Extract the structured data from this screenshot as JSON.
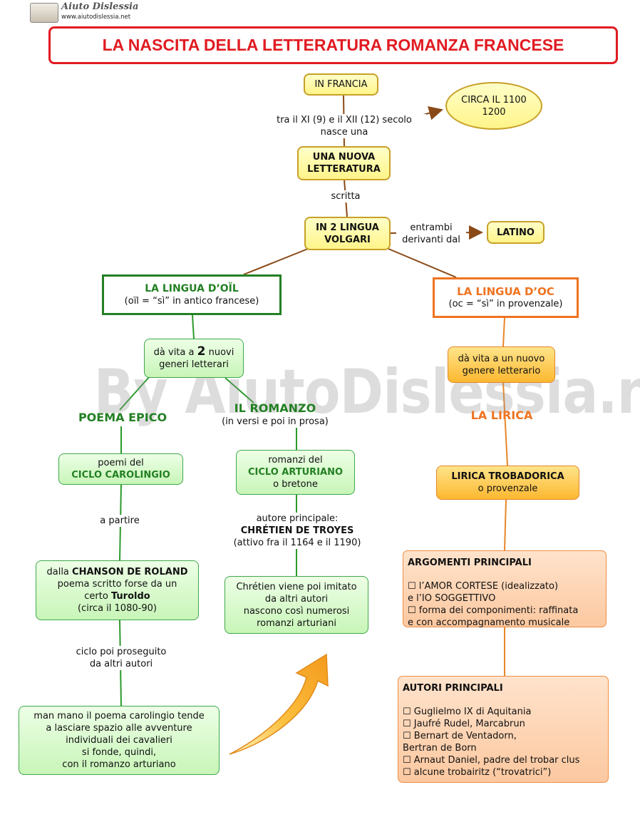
{
  "logo": {
    "name": "Aiuto Dislessia",
    "url": "www.aiutodislessia.net"
  },
  "title": "LA NASCITA DELLA LETTERATURA ROMANZA FRANCESE",
  "watermark": "By AiutoDislessia.net",
  "nodes": {
    "in_francia": "IN FRANCIA",
    "circa": [
      "CIRCA IL 1100",
      "1200"
    ],
    "nuova": [
      "UNA NUOVA",
      "LETTERATURA"
    ],
    "due_lingue": [
      "IN 2 LINGUA",
      "VOLGARI"
    ],
    "latino": "LATINO",
    "oil": {
      "title": "LA LINGUA D’OÏL",
      "sub": "(oïl  =  “sì” in antico francese)"
    },
    "oc": {
      "title": "LA LINGUA D’OC",
      "sub": "(oc  =  “sì” in provenzale)"
    },
    "generi": {
      "pre": "dà vita a ",
      "num": "2",
      "post": " nuovi",
      "line2": "generi letterari"
    },
    "nuovo_genere": [
      "dà vita a un nuovo",
      "genere letterario"
    ],
    "poema": "POEMA EPICO",
    "romanzo": {
      "title": "IL ROMANZO",
      "sub": "(in versi e poi in prosa)"
    },
    "lirica": "LA LIRICA",
    "carolingio": {
      "l1": "poemi del",
      "l2": "CICLO CAROLINGIO"
    },
    "arturiano": {
      "l1": "romanzi del",
      "l2": "CICLO ARTURIANO",
      "l3": "o bretone"
    },
    "trobadorica": {
      "l1": "LIRICA TROBADORICA",
      "l2": "o provenzale"
    },
    "chanson": {
      "pre": "dalla ",
      "bold": "CHANSON DE ROLAND",
      "l2": "poema scritto forse da un",
      "l3pre": "certo ",
      "l3bold": "Turoldo",
      "l4": "(circa il 1080-90)"
    },
    "chretien_imitato": [
      "Chrétien viene poi imitato",
      "da altri autori",
      "nascono così numerosi",
      "romanzi arturiani"
    ],
    "man_mano": [
      "man mano il poema carolingio tende",
      "a lasciare spazio alle avventure",
      "individuali dei cavalieri",
      "si fonde, quindi,",
      "con il romanzo arturiano"
    ],
    "argomenti": {
      "title": "ARGOMENTI  PRINCIPALI",
      "lines": [
        "☐  l’AMOR CORTESE (idealizzato)",
        "e l’IO SOGGETTIVO",
        "☐  forma dei componimenti: raffinata",
        "e con accompagnamento musicale"
      ]
    },
    "autori": {
      "title": "AUTORI PRINCIPALI",
      "lines": [
        "☐  Guglielmo IX di Aquitania",
        "☐  Jaufré Rudel, Marcabrun",
        "☐  Bernart de Ventadorn,",
        "Bertran de Born",
        "☐  Arnaut Daniel, padre del trobar clus",
        "☐  alcune trobairitz (“trovatrici”)"
      ]
    }
  },
  "labels": {
    "secolo": [
      "tra il XI (9) e il XII (12) secolo",
      "nasce una"
    ],
    "scritta": "scritta",
    "entrambi": [
      "entrambi",
      "derivanti dal"
    ],
    "a_partire": "a partire",
    "autore_principale": [
      "autore principale:",
      "CHRÉTIEN DE TROYES",
      "(attivo fra il 1164 e il 1190)"
    ],
    "ciclo": [
      "ciclo poi proseguito",
      "da altri autori"
    ]
  },
  "colors": {
    "title_border": "#e11b22",
    "title_text": "#e11b22",
    "green_text": "#238023",
    "orange_text": "#ef7320",
    "connector_left": "#2a9a2a",
    "connector_right": "#e8862a",
    "connector_top": "#8a4a18"
  }
}
